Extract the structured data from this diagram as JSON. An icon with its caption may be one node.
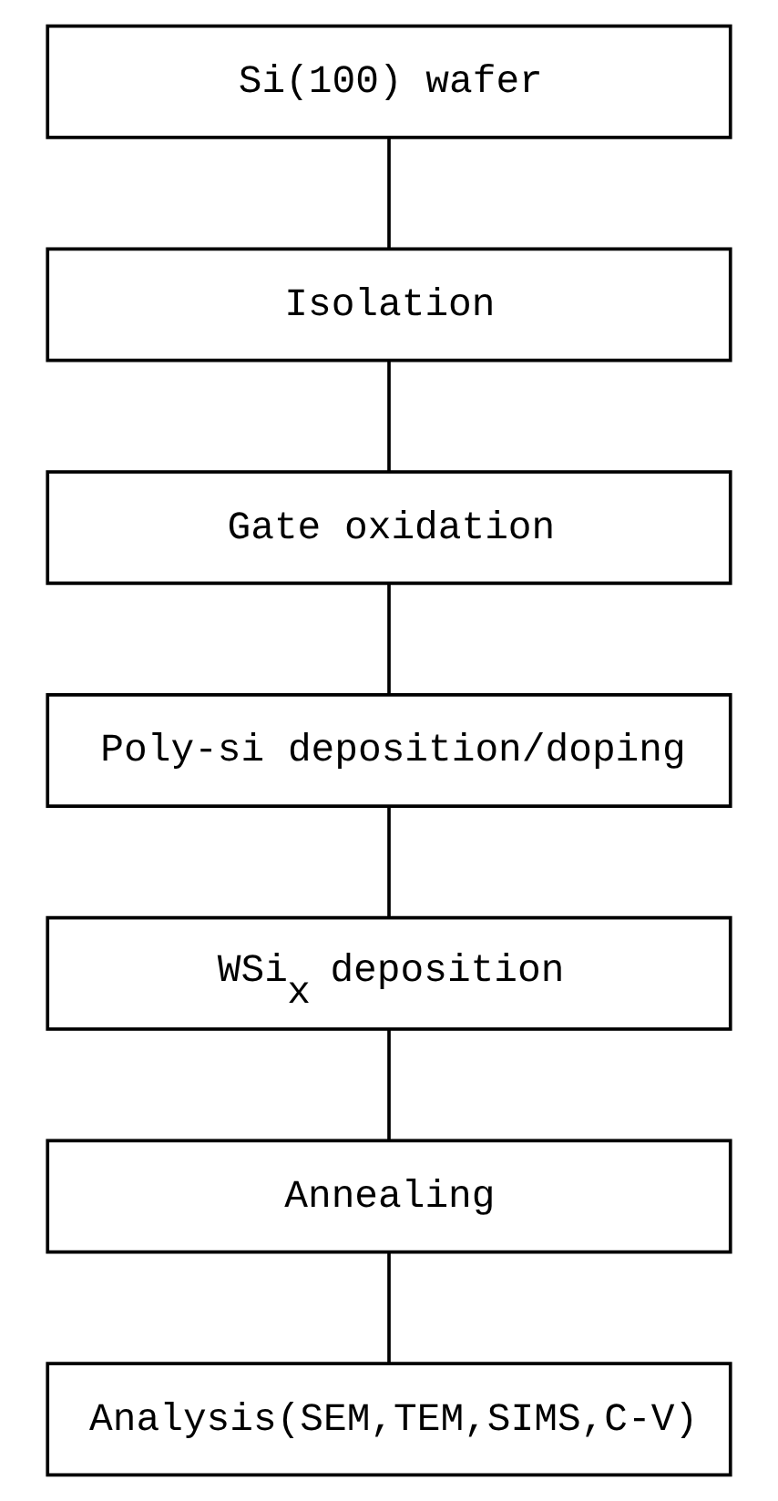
{
  "diagram": {
    "nodes": [
      {
        "text": [
          "Si(100) wafer"
        ]
      },
      {
        "text": [
          "Isolation"
        ]
      },
      {
        "text": [
          "Gate oxidation"
        ]
      },
      {
        "text": [
          "Poly-si deposition/doping"
        ]
      },
      {
        "text": [
          "WSi$_{x}$ deposition"
        ]
      },
      {
        "text": [
          "Annealing"
        ]
      },
      {
        "text": [
          "Analysis(SEM,TEM,SIMS,C-V)"
        ]
      }
    ],
    "edges": [
      {
        "from": 0,
        "to": 1,
        "arrow": "none"
      },
      {
        "from": 1,
        "to": 2,
        "arrow": "none"
      },
      {
        "from": 2,
        "to": 3,
        "arrow": "none"
      },
      {
        "from": 3,
        "to": 4,
        "arrow": "none"
      },
      {
        "from": 4,
        "to": 5,
        "arrow": "none"
      },
      {
        "from": 5,
        "to": 6,
        "arrow": "none"
      }
    ]
  }
}
